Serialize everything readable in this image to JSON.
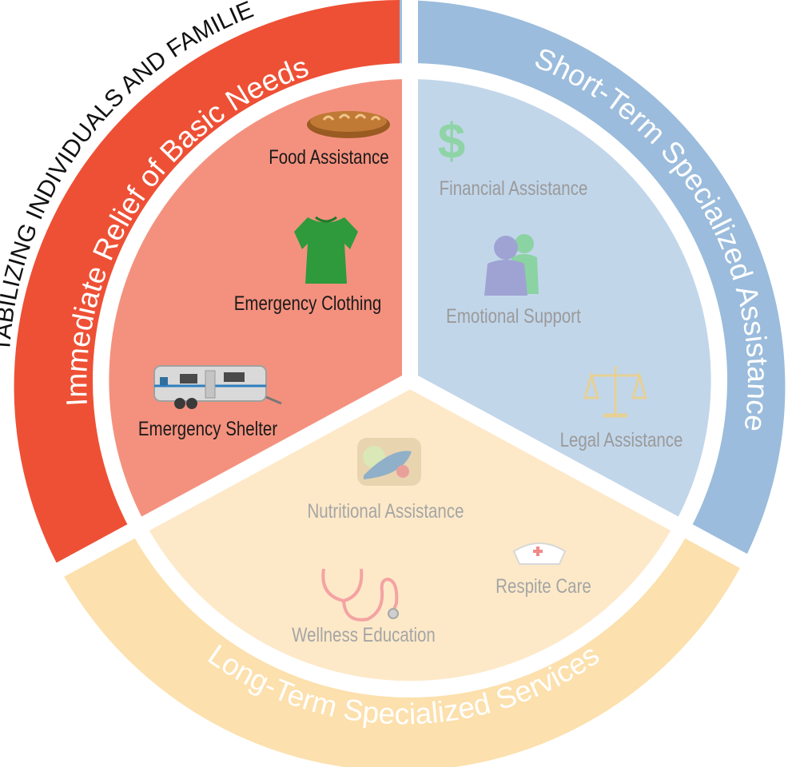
{
  "outer_title": "STABILIZING INDIVIDUALS AND FAMILIES",
  "colors": {
    "red_band": "#ee5035",
    "red_inner": "#f4917e",
    "blue_band": "#9bbcdc",
    "blue_inner": "#c2d6ea",
    "orange_band": "#fce0ad",
    "orange_inner": "#fde9c8",
    "divider": "#ffffff"
  },
  "sections": {
    "basic": {
      "title": "Immediate Relief of Basic Needs",
      "items": [
        {
          "label": "Food Assistance",
          "icon": "bread-icon"
        },
        {
          "label": "Emergency Clothing",
          "icon": "tshirt-icon"
        },
        {
          "label": "Emergency Shelter",
          "icon": "trailer-icon"
        }
      ]
    },
    "short": {
      "title": "Short-Term Specialized Assistance",
      "items": [
        {
          "label": "Financial Assistance",
          "icon": "dollar-icon"
        },
        {
          "label": "Emotional Support",
          "icon": "people-icon"
        },
        {
          "label": "Legal Assistance",
          "icon": "scales-icon"
        }
      ]
    },
    "long": {
      "title": "Long-Term Specialized Services",
      "items": [
        {
          "label": "Nutritional Assistance",
          "icon": "food-plate-icon"
        },
        {
          "label": "Respite Care",
          "icon": "nurse-cap-icon"
        },
        {
          "label": "Wellness Education",
          "icon": "stethoscope-icon"
        }
      ]
    }
  }
}
